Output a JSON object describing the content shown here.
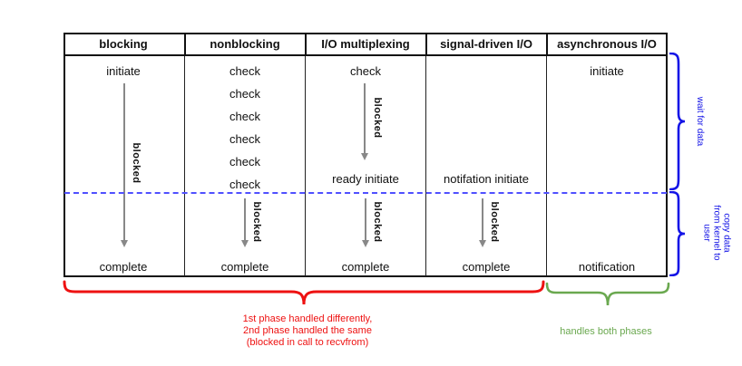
{
  "table": {
    "headers": [
      "blocking",
      "nonblocking",
      "I/O multiplexing",
      "signal-driven I/O",
      "asynchronous I/O"
    ],
    "columns": {
      "blocking": {
        "top": "initiate",
        "blocked_label": "blocked",
        "bottom": "complete"
      },
      "nonblocking": {
        "checks": [
          "check",
          "check",
          "check",
          "check",
          "check",
          "check"
        ],
        "blocked_label": "blocked",
        "bottom": "complete"
      },
      "io_multiplexing": {
        "top": "check",
        "blocked_label_1": "blocked",
        "mid": "ready initiate",
        "blocked_label_2": "blocked",
        "bottom": "complete"
      },
      "signal_driven": {
        "mid": "notifation initiate",
        "blocked_label": "blocked",
        "bottom": "complete"
      },
      "asynchronous": {
        "top": "initiate",
        "bottom": "notification"
      }
    }
  },
  "annotations": {
    "wait_for_data": "wait for data",
    "copy_data": "copy data\nfrom kernel to\nuser",
    "red_note": "1st phase handled differently,\n2nd phase handled the same\n(blocked in call to recvfrom)",
    "green_note": "handles both phases"
  },
  "colors": {
    "brace_blue": "#1414e6",
    "dashed_blue": "#5050ff",
    "note_red": "#ee1111",
    "note_green": "#6aa84f",
    "arrow_gray": "#888888"
  }
}
